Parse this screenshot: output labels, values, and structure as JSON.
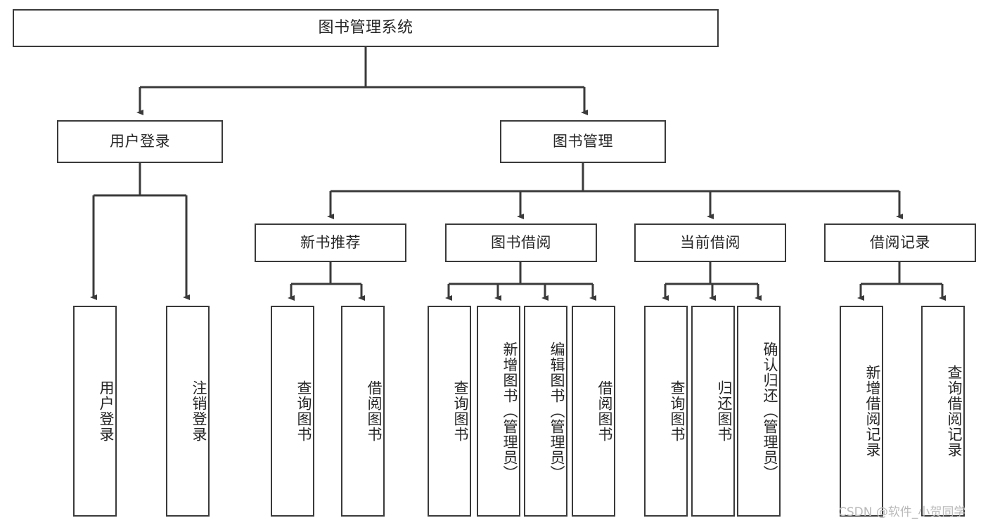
{
  "diagram": {
    "title": "图书管理系统",
    "watermark": "CSDN @软件_小贺同学",
    "colors": {
      "border": "#3a3a3a",
      "text": "#262626",
      "background": "#ffffff",
      "connector": "#3a3a3a",
      "watermark": "#b9b9b9"
    },
    "root": {
      "label": "图书管理系统"
    },
    "level1": [
      {
        "label": "用户登录"
      },
      {
        "label": "图书管理"
      }
    ],
    "level2": [
      {
        "label": "新书推荐"
      },
      {
        "label": "图书借阅"
      },
      {
        "label": "当前借阅"
      },
      {
        "label": "借阅记录"
      }
    ],
    "leaves": {
      "user_login": [
        {
          "label": "用户登录"
        },
        {
          "label": "注销登录"
        }
      ],
      "new_book_recommend": [
        {
          "label": "查询图书"
        },
        {
          "label": "借阅图书"
        }
      ],
      "book_borrow": [
        {
          "label": "查询图书"
        },
        {
          "label": "新增图书（管理员）"
        },
        {
          "label": "编辑图书（管理员）"
        },
        {
          "label": "借阅图书"
        }
      ],
      "current_borrow": [
        {
          "label": "查询图书"
        },
        {
          "label": "归还图书"
        },
        {
          "label": "确认归还（管理员）"
        }
      ],
      "borrow_record": [
        {
          "label": "新增借阅记录"
        },
        {
          "label": "查询借阅记录"
        }
      ]
    }
  }
}
